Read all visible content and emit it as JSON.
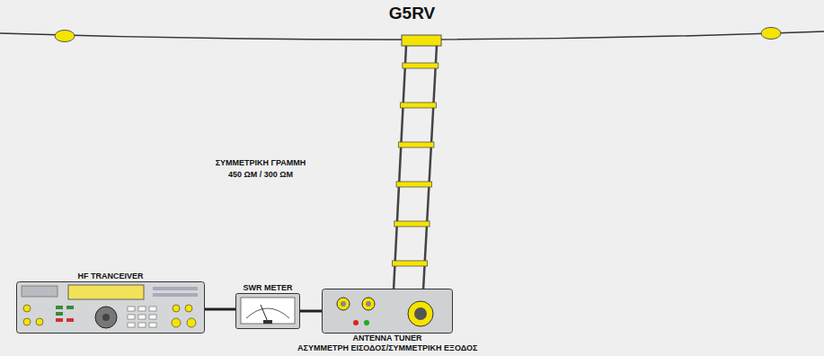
{
  "diagram": {
    "title": "G5RV",
    "nodes": [
      {
        "text": [
          "HF TRANCEIVER"
        ]
      },
      {
        "text": [
          "SWR METER"
        ]
      },
      {
        "text": [
          "ANTENNA TUNER",
          "ΑΣΥΜΜΕΤΡΗ ΕΙΣΟΔΟΣ/ΣΥΜΜΕΤΡΙΚΗ ΕΞΟΔΟΣ"
        ]
      }
    ],
    "edges": [
      {
        "from": 0,
        "to": 1,
        "arrow": "none"
      },
      {
        "from": 1,
        "to": 2,
        "arrow": "none"
      }
    ],
    "labels": [
      "ΣΥΜΜΕΤΡΙΚΗ ΓΡΑΜΜΗ",
      "450 ΩΜ / 300 ΩΜ"
    ]
  }
}
